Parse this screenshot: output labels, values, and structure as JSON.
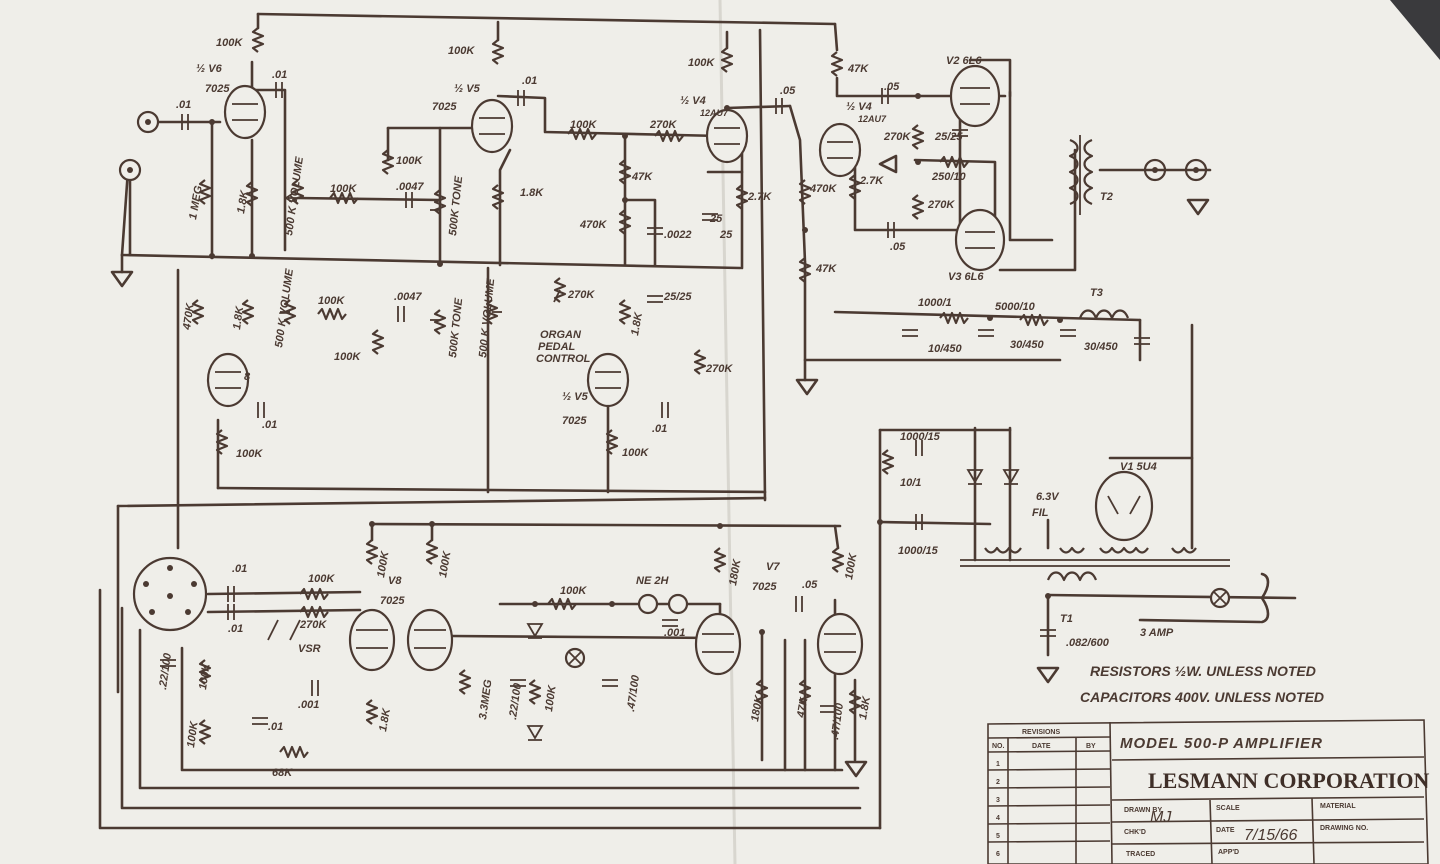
{
  "labels": {
    "v6a": "½ V6",
    "v6a_type": "7025",
    "v5a": "½ V5",
    "v5a_type": "7025",
    "v4a": "½ V4",
    "v4a_type": "12AU7",
    "v4b": "½ V4",
    "v4b_type": "12AU7",
    "v2": "V2 6L6",
    "v3": "V3 6L6",
    "v6b_pin": "8",
    "v5b": "½ V5",
    "v5b_type": "7025",
    "v8": "V8",
    "v8_type": "7025",
    "v7": "V7",
    "v7_type": "7025",
    "v1": "V1 5U4",
    "ne2h": "NE 2H",
    "t1": "T1",
    "t2": "T2",
    "t3": "T3",
    "fil": "6.3V",
    "fil2": "FIL",
    "organ": "ORGAN",
    "pedal": "PEDAL",
    "control": "CONTROL",
    "vsr": "VSR"
  },
  "values": {
    "r_100k": "100K",
    "r_1meg": "1 MEG",
    "r_18k": "1.8K",
    "r_500k_vol": "500 K VOLUME",
    "r_500k_tone": "500K TONE",
    "r_270k": "270K",
    "r_47k": "47K",
    "r_470k": "470K",
    "r_27k": "2.7K",
    "r_180k": "180K",
    "r_68k": "68K",
    "r_33meg": "3.3MEG",
    "r_250_10": "250/10",
    "r_1000_1": "1000/1",
    "r_5000_10": "5000/10",
    "r_10_1": "10/1",
    "c_01": ".01",
    "c_05": ".05",
    "c_0047": ".0047",
    "c_0022": ".0022",
    "c_25": "25",
    "c_25_25": "25/25",
    "c_10_450": "10/450",
    "c_30_450": "30/450",
    "c_1000_15": "1000/15",
    "c_001": ".001",
    "c_22_100": ".22/100",
    "c_47_100": ".47/100",
    "c_082_600": ".082/600",
    "fuse": "3 AMP"
  },
  "notes": {
    "resistors": "RESISTORS ½W. UNLESS NOTED",
    "capacitors": "CAPACITORS 400V. UNLESS NOTED"
  },
  "title_block": {
    "revisions": "REVISIONS",
    "col_no": "NO.",
    "col_date": "DATE",
    "col_by": "BY",
    "rows": [
      "1",
      "2",
      "3",
      "4",
      "5",
      "6"
    ],
    "model": "MODEL 500-P AMPLIFIER",
    "company": "LESMANN CORPORATION",
    "drawn_by": "DRAWN BY",
    "scale": "SCALE",
    "material": "MATERIAL",
    "chkd": "CHK'D",
    "date": "DATE",
    "drawing_no": "DRAWING NO.",
    "traced": "TRACED",
    "appd": "APP'D",
    "drawn_value": "MJ",
    "date_value": "7/15/66"
  },
  "colors": {
    "ink": "#4b3a32",
    "paper": "#efeee9",
    "background": "#3a3a3d"
  }
}
